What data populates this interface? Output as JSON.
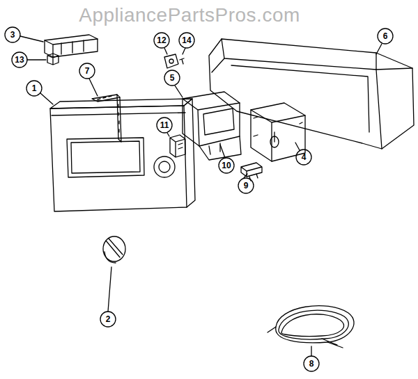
{
  "diagram": {
    "labels": [
      "AppliancePartsPros.com",
      "3",
      "13",
      "7",
      "1",
      "5",
      "11",
      "10",
      "4",
      "9",
      "2",
      "8",
      "6",
      "12",
      "14"
    ]
  }
}
